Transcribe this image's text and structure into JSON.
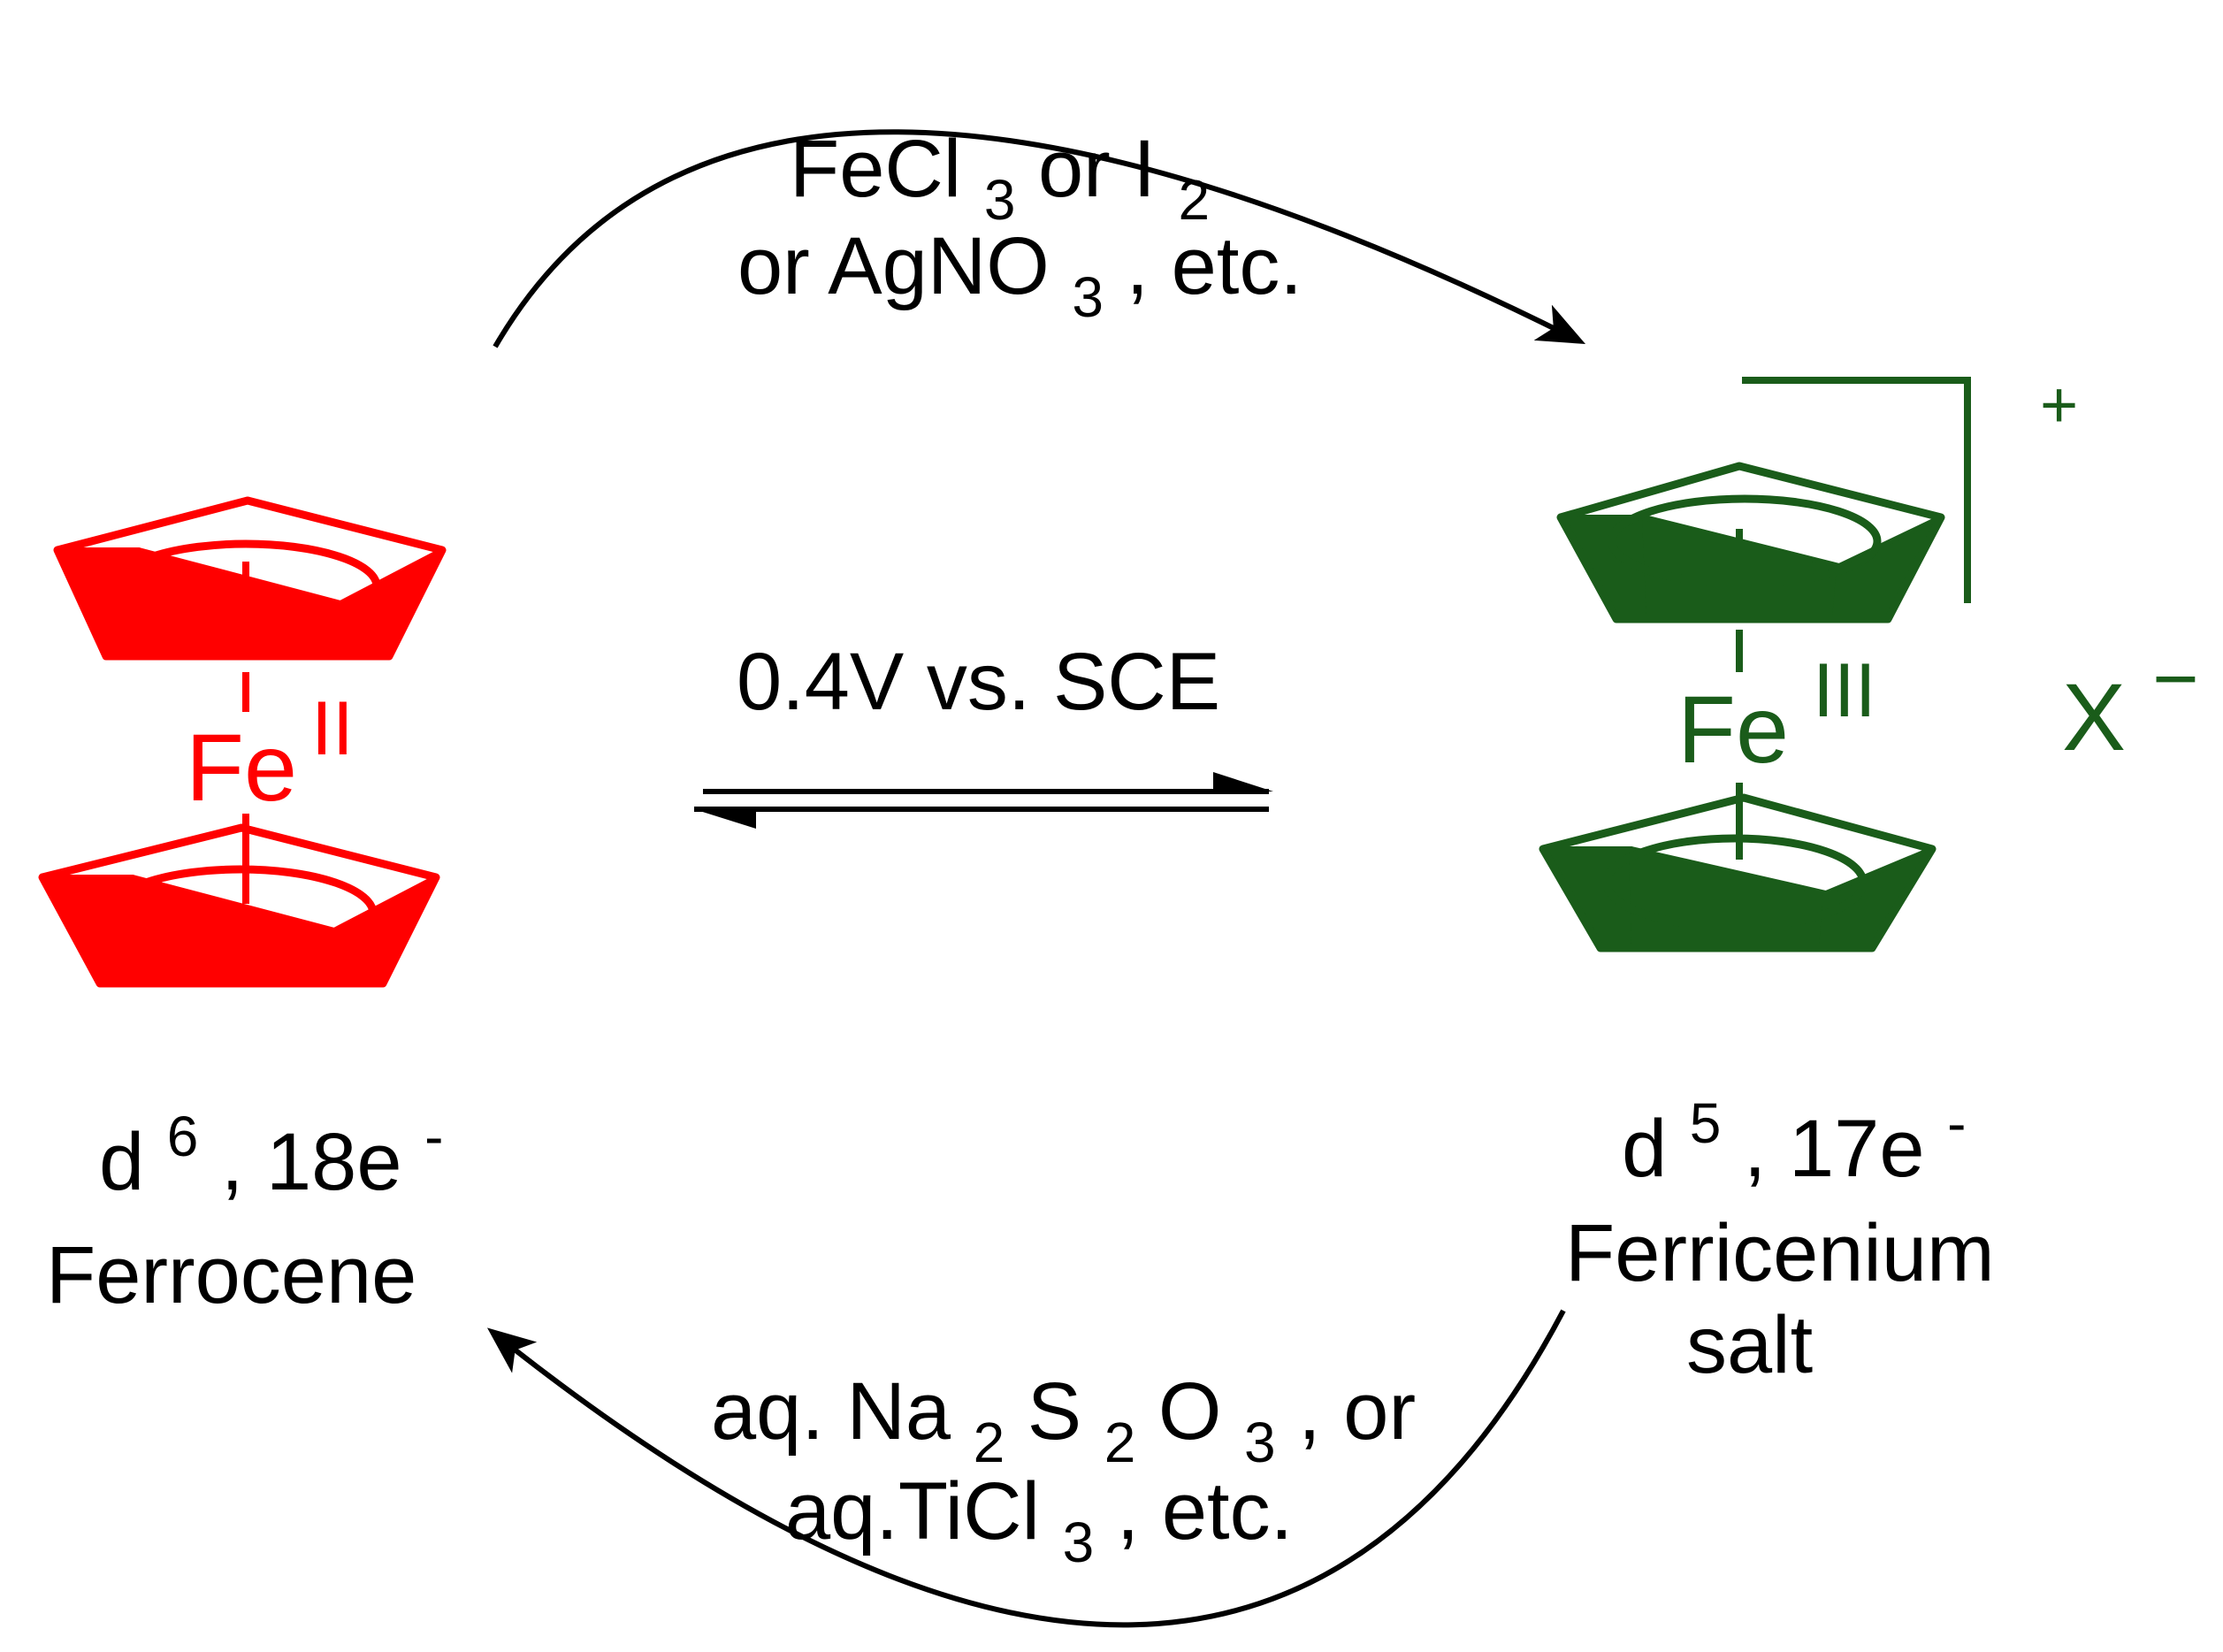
{
  "colors": {
    "ferrocene": "#ff0000",
    "ferricenium": "#1a5c1a",
    "ink": "#000000",
    "background": "#ffffff"
  },
  "ferrocene": {
    "metal": "Fe",
    "oxidation_state": "II",
    "electron_count": {
      "d_prefix": "d",
      "d_electrons": "6",
      "rest": ", 18e",
      "charge": "-"
    },
    "name": "Ferrocene"
  },
  "ferricenium": {
    "metal": "Fe",
    "oxidation_state": "III",
    "charge": "+",
    "counterion": "X",
    "counterion_charge": "−",
    "electron_count": {
      "d_prefix": "d",
      "d_electrons": "5",
      "rest": ", 17e",
      "charge": "-"
    },
    "name_line1": "Ferricenium",
    "name_line2": "salt"
  },
  "oxidation": {
    "line1": {
      "a": "FeCl",
      "a_sub": "3",
      "b": " or I",
      "b_sub": "2"
    },
    "line2": {
      "a": "or AgNO",
      "a_sub": "3",
      "b": ", etc."
    }
  },
  "potential": "0.4V vs. SCE",
  "reduction": {
    "line1": {
      "a": "aq. Na",
      "a_sub": "2",
      "b": "S",
      "b_sub": "2",
      "c": "O",
      "c_sub": "3",
      "d": ", or"
    },
    "line2": {
      "a": "aq.TiCl",
      "a_sub": "3",
      "b": ", etc."
    }
  }
}
